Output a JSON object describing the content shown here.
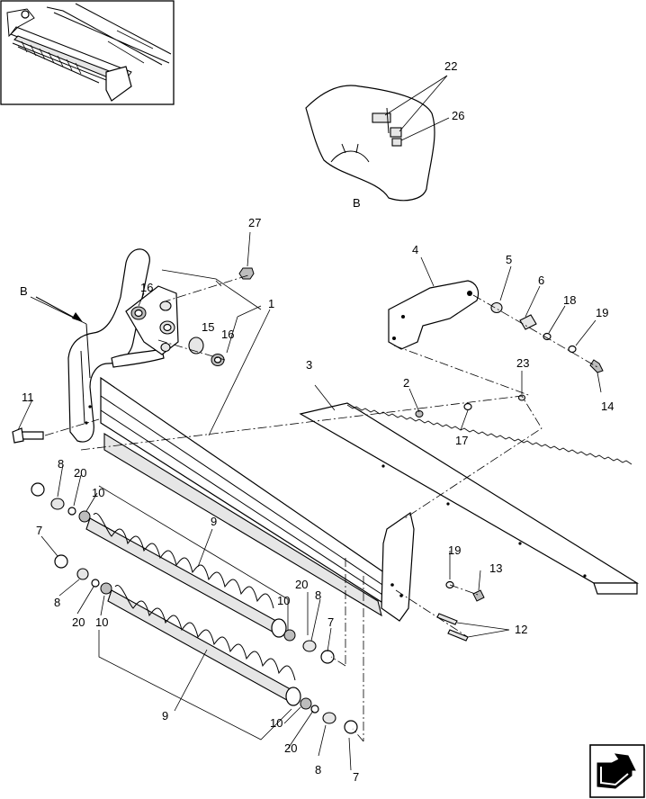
{
  "diagram": {
    "detail_label": "B",
    "pointer_label": "B",
    "callouts": {
      "c1": "1",
      "c2": "2",
      "c3": "3",
      "c4": "4",
      "c5": "5",
      "c6": "6",
      "c7a": "7",
      "c7b": "7",
      "c7c": "7",
      "c8a": "8",
      "c8b": "8",
      "c8c": "8",
      "c8d": "8",
      "c9a": "9",
      "c9b": "9",
      "c10a": "10",
      "c10b": "10",
      "c10c": "10",
      "c10d": "10",
      "c11": "11",
      "c12": "12",
      "c13": "13",
      "c14": "14",
      "c15": "15",
      "c16a": "16",
      "c16b": "16",
      "c17": "17",
      "c18": "18",
      "c19a": "19",
      "c19b": "19",
      "c20a": "20",
      "c20b": "20",
      "c20c": "20",
      "c20d": "20",
      "c22": "22",
      "c23": "23",
      "c26": "26",
      "c27": "27"
    },
    "nav_icon": "next-page-arrow-icon"
  }
}
